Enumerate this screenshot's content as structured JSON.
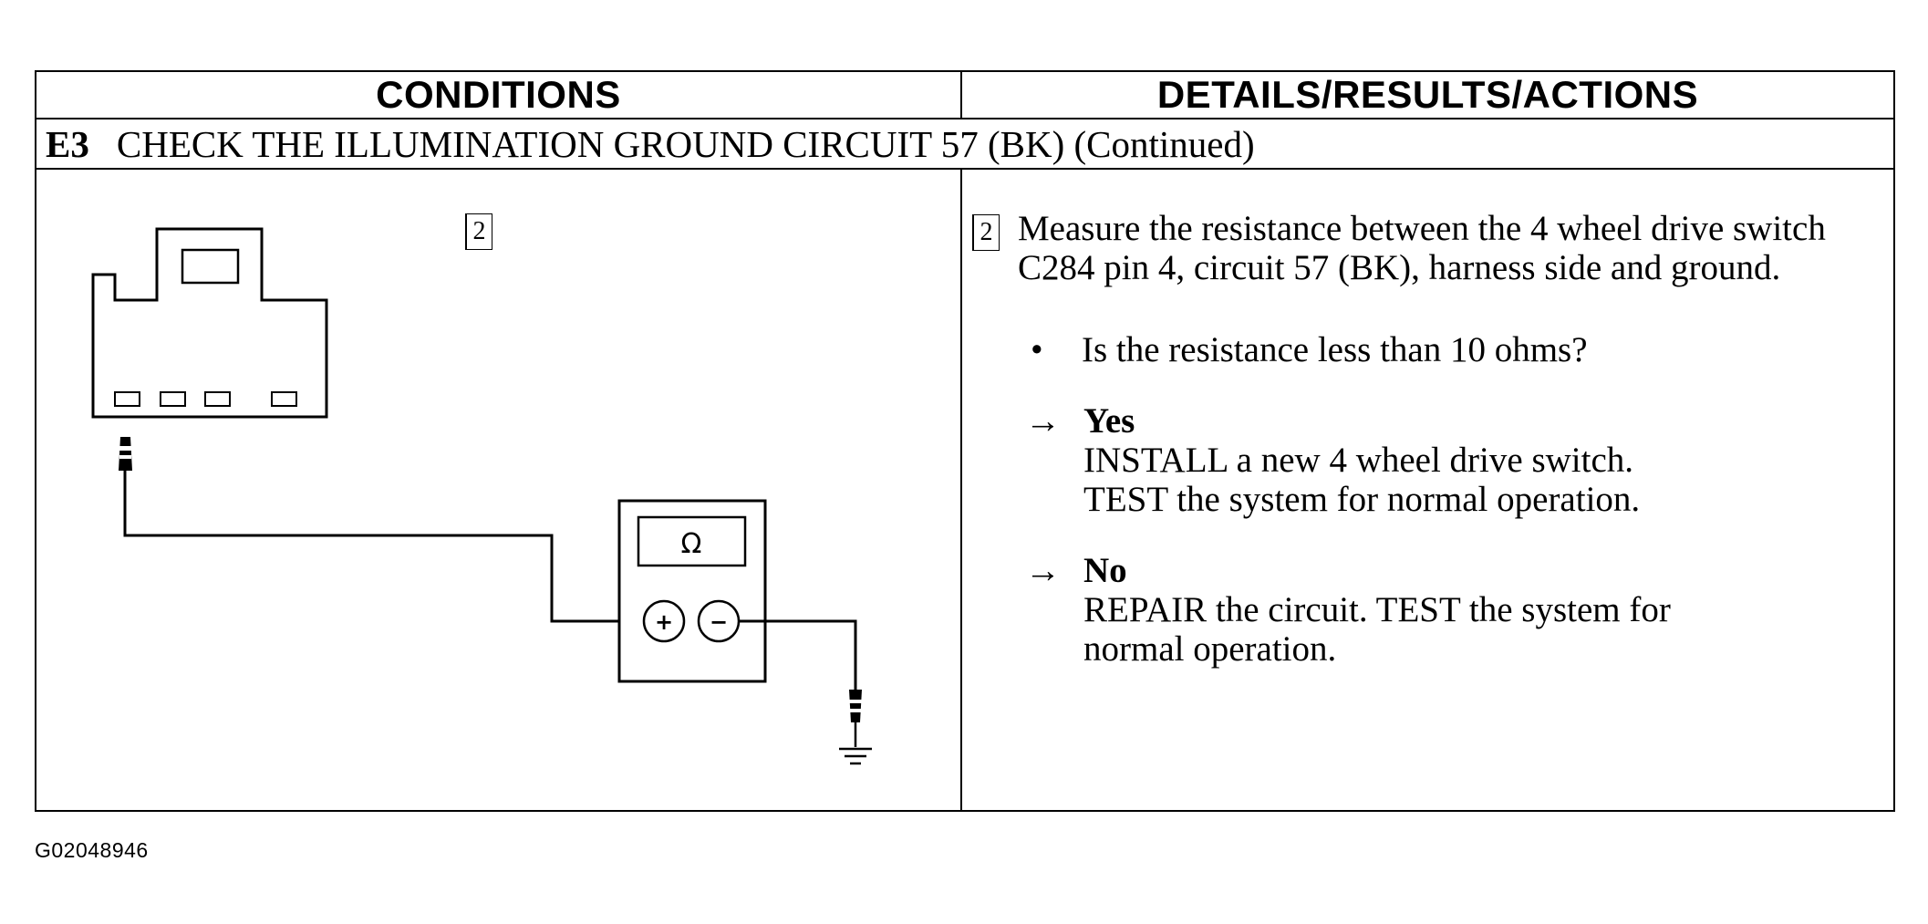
{
  "header": {
    "conditions": "CONDITIONS",
    "details": "DETAILS/RESULTS/ACTIONS"
  },
  "step": {
    "id": "E3",
    "title": "CHECK THE ILLUMINATION GROUND CIRCUIT 57 (BK) (Continued)"
  },
  "conditions": {
    "step_number": "2",
    "meter_symbol": "Ω",
    "meter_plus": "+",
    "meter_minus": "−"
  },
  "details": {
    "step_number": "2",
    "instruction": "Measure the resistance between the 4 wheel drive switch C284 pin 4, circuit 57 (BK), harness side and ground.",
    "question_bullet": "•",
    "question": "Is the resistance less than 10 ohms?",
    "results": [
      {
        "arrow": "→",
        "title": "Yes",
        "lines": [
          "INSTALL a new 4 wheel drive switch.",
          "TEST the system for normal operation."
        ]
      },
      {
        "arrow": "→",
        "title": "No",
        "lines": [
          "REPAIR the circuit. TEST the system for",
          "normal operation."
        ]
      }
    ]
  },
  "figure_id": "G02048946"
}
